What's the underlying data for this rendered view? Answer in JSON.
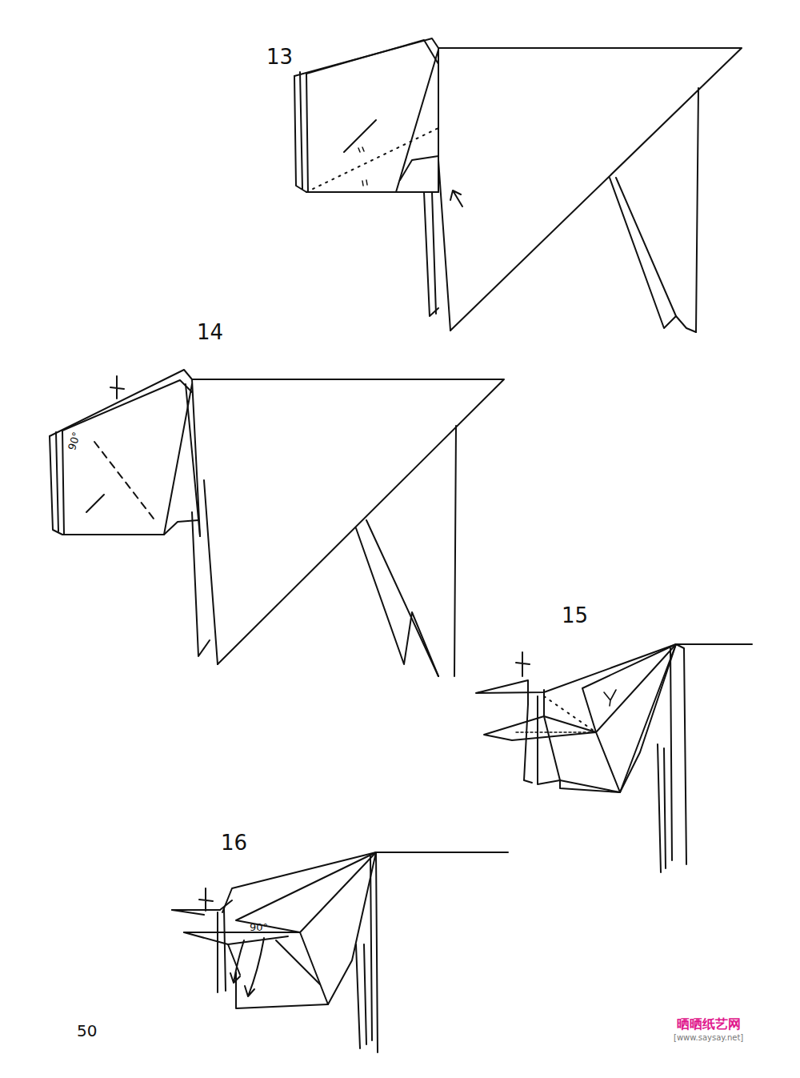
{
  "diagram": {
    "labels": [
      "13",
      "14",
      "15",
      "16",
      "90°",
      "90°",
      "50",
      "晒晒纸艺网",
      "[www.saysay.net]"
    ]
  }
}
